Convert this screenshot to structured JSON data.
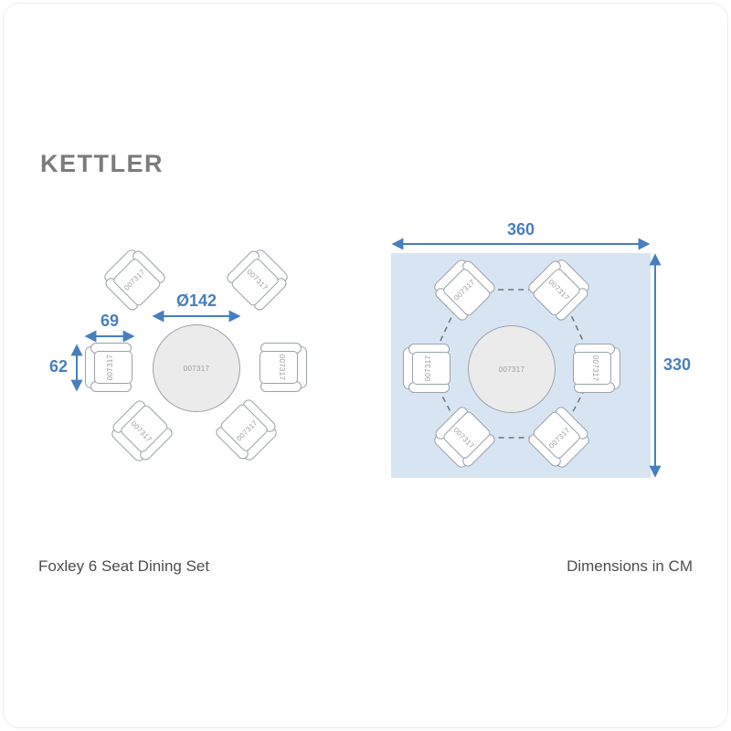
{
  "brand_logo": "KETTLER",
  "product_code": "007317",
  "left_diagram": {
    "table_diameter": "Ø142",
    "chair_width": "69",
    "chair_depth": "62"
  },
  "right_diagram": {
    "footprint_width": "360",
    "footprint_depth": "330"
  },
  "footer": {
    "product_name": "Foxley 6 Seat Dining Set",
    "units_label": "Dimensions in CM"
  },
  "colors": {
    "accent": "#477fbe",
    "footprint": "#d7e5f3",
    "outline": "#9aa2aa",
    "tableFill": "#ebebeb",
    "logo": "#7b7b7b",
    "text": "#4d4d4d",
    "code": "#9b9b9b"
  }
}
